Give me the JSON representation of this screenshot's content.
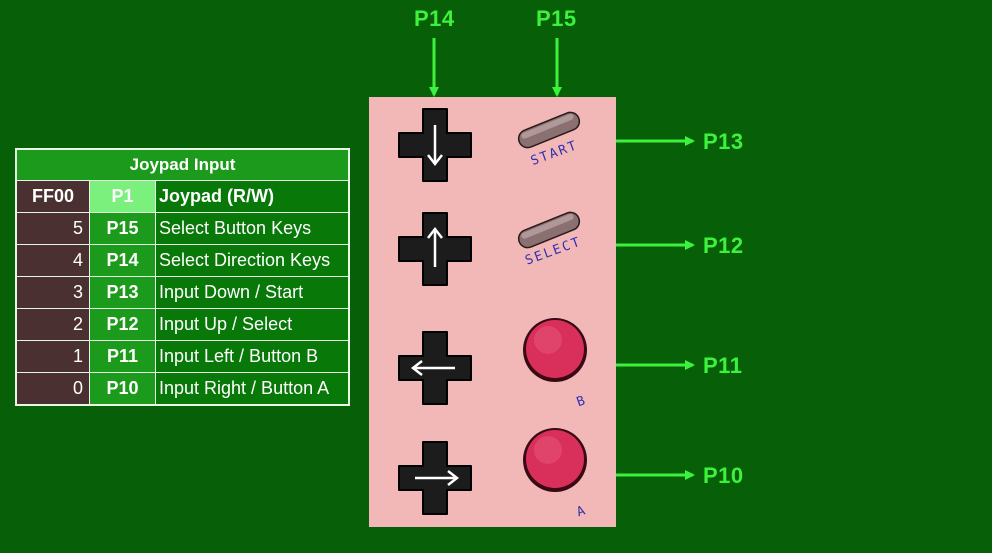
{
  "table": {
    "title": "Joypad Input",
    "header": {
      "addr": "FF00",
      "pin": "P1",
      "desc": "Joypad (R/W)"
    },
    "rows": [
      {
        "bit": "5",
        "pin": "P15",
        "desc": "Select Button Keys"
      },
      {
        "bit": "4",
        "pin": "P14",
        "desc": "Select Direction Keys"
      },
      {
        "bit": "3",
        "pin": "P13",
        "desc": "Input Down / Start"
      },
      {
        "bit": "2",
        "pin": "P12",
        "desc": "Input Up / Select"
      },
      {
        "bit": "1",
        "pin": "P11",
        "desc": "Input Left / Button B"
      },
      {
        "bit": "0",
        "pin": "P10",
        "desc": "Input Right / Button A"
      }
    ]
  },
  "lines": {
    "p14": "P14",
    "p15": "P15",
    "p13": "P13",
    "p12": "P12",
    "p11": "P11",
    "p10": "P10"
  },
  "buttons": {
    "start": "START",
    "select": "SELECT",
    "b": "B",
    "a": "A"
  },
  "colors": {
    "background": "#075f07",
    "arrow_green": "#3df23d",
    "panel": "#f2b8b8",
    "round_button": "#d8305a"
  },
  "icons": [
    "dpad-down-icon",
    "dpad-up-icon",
    "dpad-left-icon",
    "dpad-right-icon",
    "start-button-icon",
    "select-button-icon",
    "b-button-icon",
    "a-button-icon"
  ]
}
